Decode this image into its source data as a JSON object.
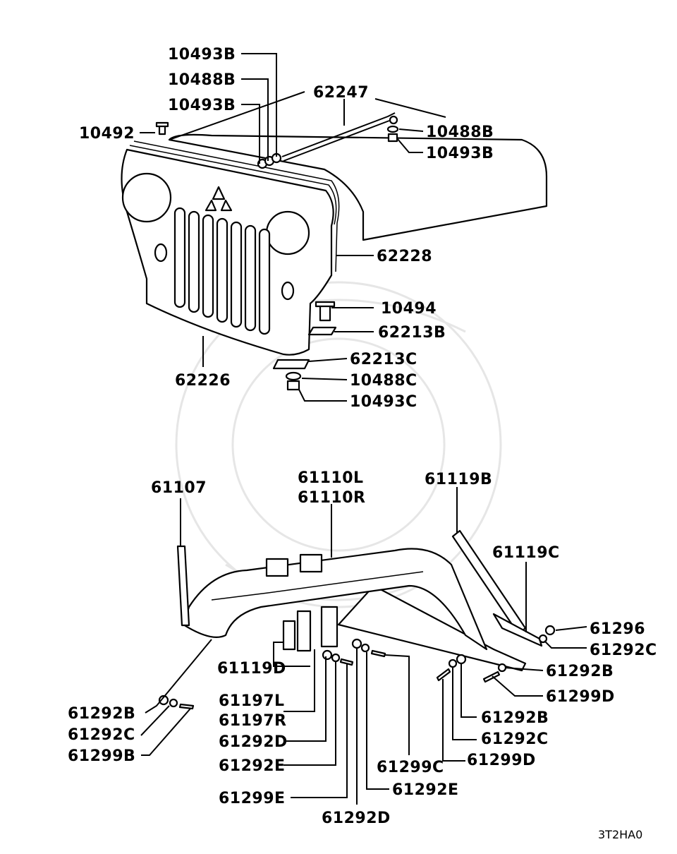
{
  "diagram_code": "3T2HA0",
  "callouts": {
    "upper": [
      "10493B",
      "10488B",
      "10493B",
      "10492",
      "62247",
      "10488B",
      "10493B",
      "62228",
      "10494",
      "62213B",
      "62213C",
      "10488C",
      "10493C",
      "62226"
    ],
    "lower": [
      "61107",
      "61110L",
      "61110R",
      "61119B",
      "61119C",
      "61296",
      "61292C",
      "61292B",
      "61299D",
      "61119D",
      "61197L",
      "61197R",
      "61292D",
      "61292E",
      "61299E",
      "61292D",
      "61299C",
      "61292E",
      "61299D",
      "61292C",
      "61292B",
      "61292B",
      "61292C",
      "61299B"
    ]
  }
}
